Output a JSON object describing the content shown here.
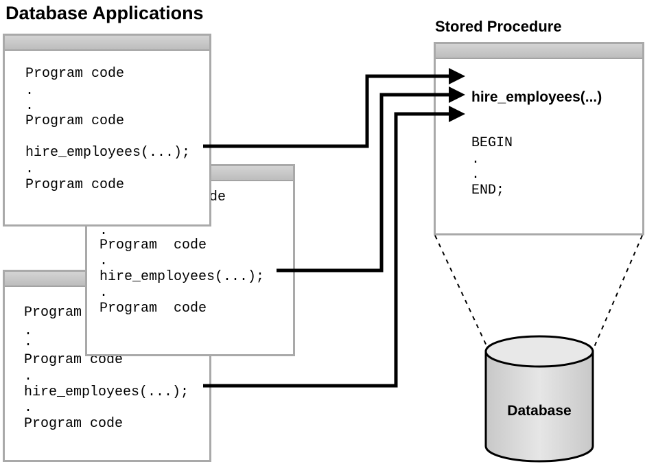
{
  "titles": {
    "main": "Database Applications",
    "procedure": "Stored Procedure"
  },
  "app_windows": [
    {
      "program_code_1": "Program code",
      "call": "hire_employees(...);",
      "program_code_2": "Program code",
      "program_code_3": "Program code"
    },
    {
      "program_code_top_fragment": "de",
      "program_code_1": "Program  code",
      "call": "hire_employees(...);",
      "program_code_2": "Program  code"
    },
    {
      "program_code_1": "Program code",
      "program_code_2": "Program code",
      "call": "hire_employees(...);",
      "program_code_3": "Program code"
    }
  ],
  "procedure_window": {
    "name": "hire_employees(...)",
    "begin": "BEGIN",
    "end": "END;"
  },
  "database": {
    "label": "Database"
  },
  "dot": ".",
  "colors": {
    "border": "#a9a9a9",
    "titlebar": "#c8c8c8",
    "cylinder": "#d9d9d9",
    "arrow": "#000000"
  }
}
